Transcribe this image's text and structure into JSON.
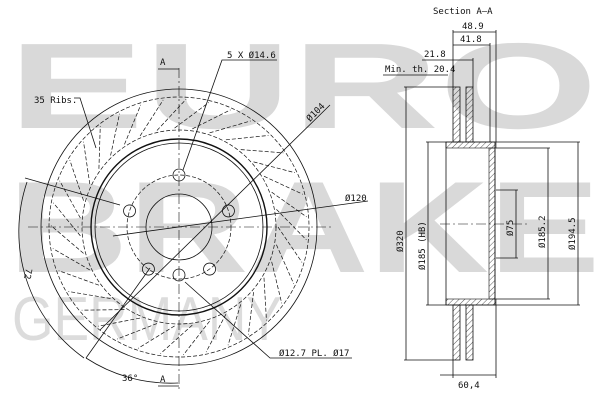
{
  "watermark": {
    "line1": "EURO",
    "line2": "BRAKE",
    "line3": "GERMANY"
  },
  "front_view": {
    "section_marker_top": "A",
    "section_marker_bottom": "A",
    "bolt_holes": "5 X Ø14.6",
    "ribs": "35 Ribs.",
    "pcd": "Ø104",
    "center_bore": "Ø120",
    "angle_72": "72",
    "angle_36": "36°",
    "threaded_hole": "Ø12.7 PL. Ø17"
  },
  "section_view": {
    "title": "Section A–A",
    "dim_total_height": "48.9",
    "dim_hat_height": "41.8",
    "dim_thickness": "21.8",
    "min_thickness": "Min. th. 20.4",
    "dim_outer_diameter": "Ø320",
    "dim_hb": "Ø185 (HB)",
    "dim_bore": "Ø75",
    "dim_inner": "Ø185.2",
    "dim_hat": "Ø194.5",
    "dim_offset": "60,4"
  }
}
